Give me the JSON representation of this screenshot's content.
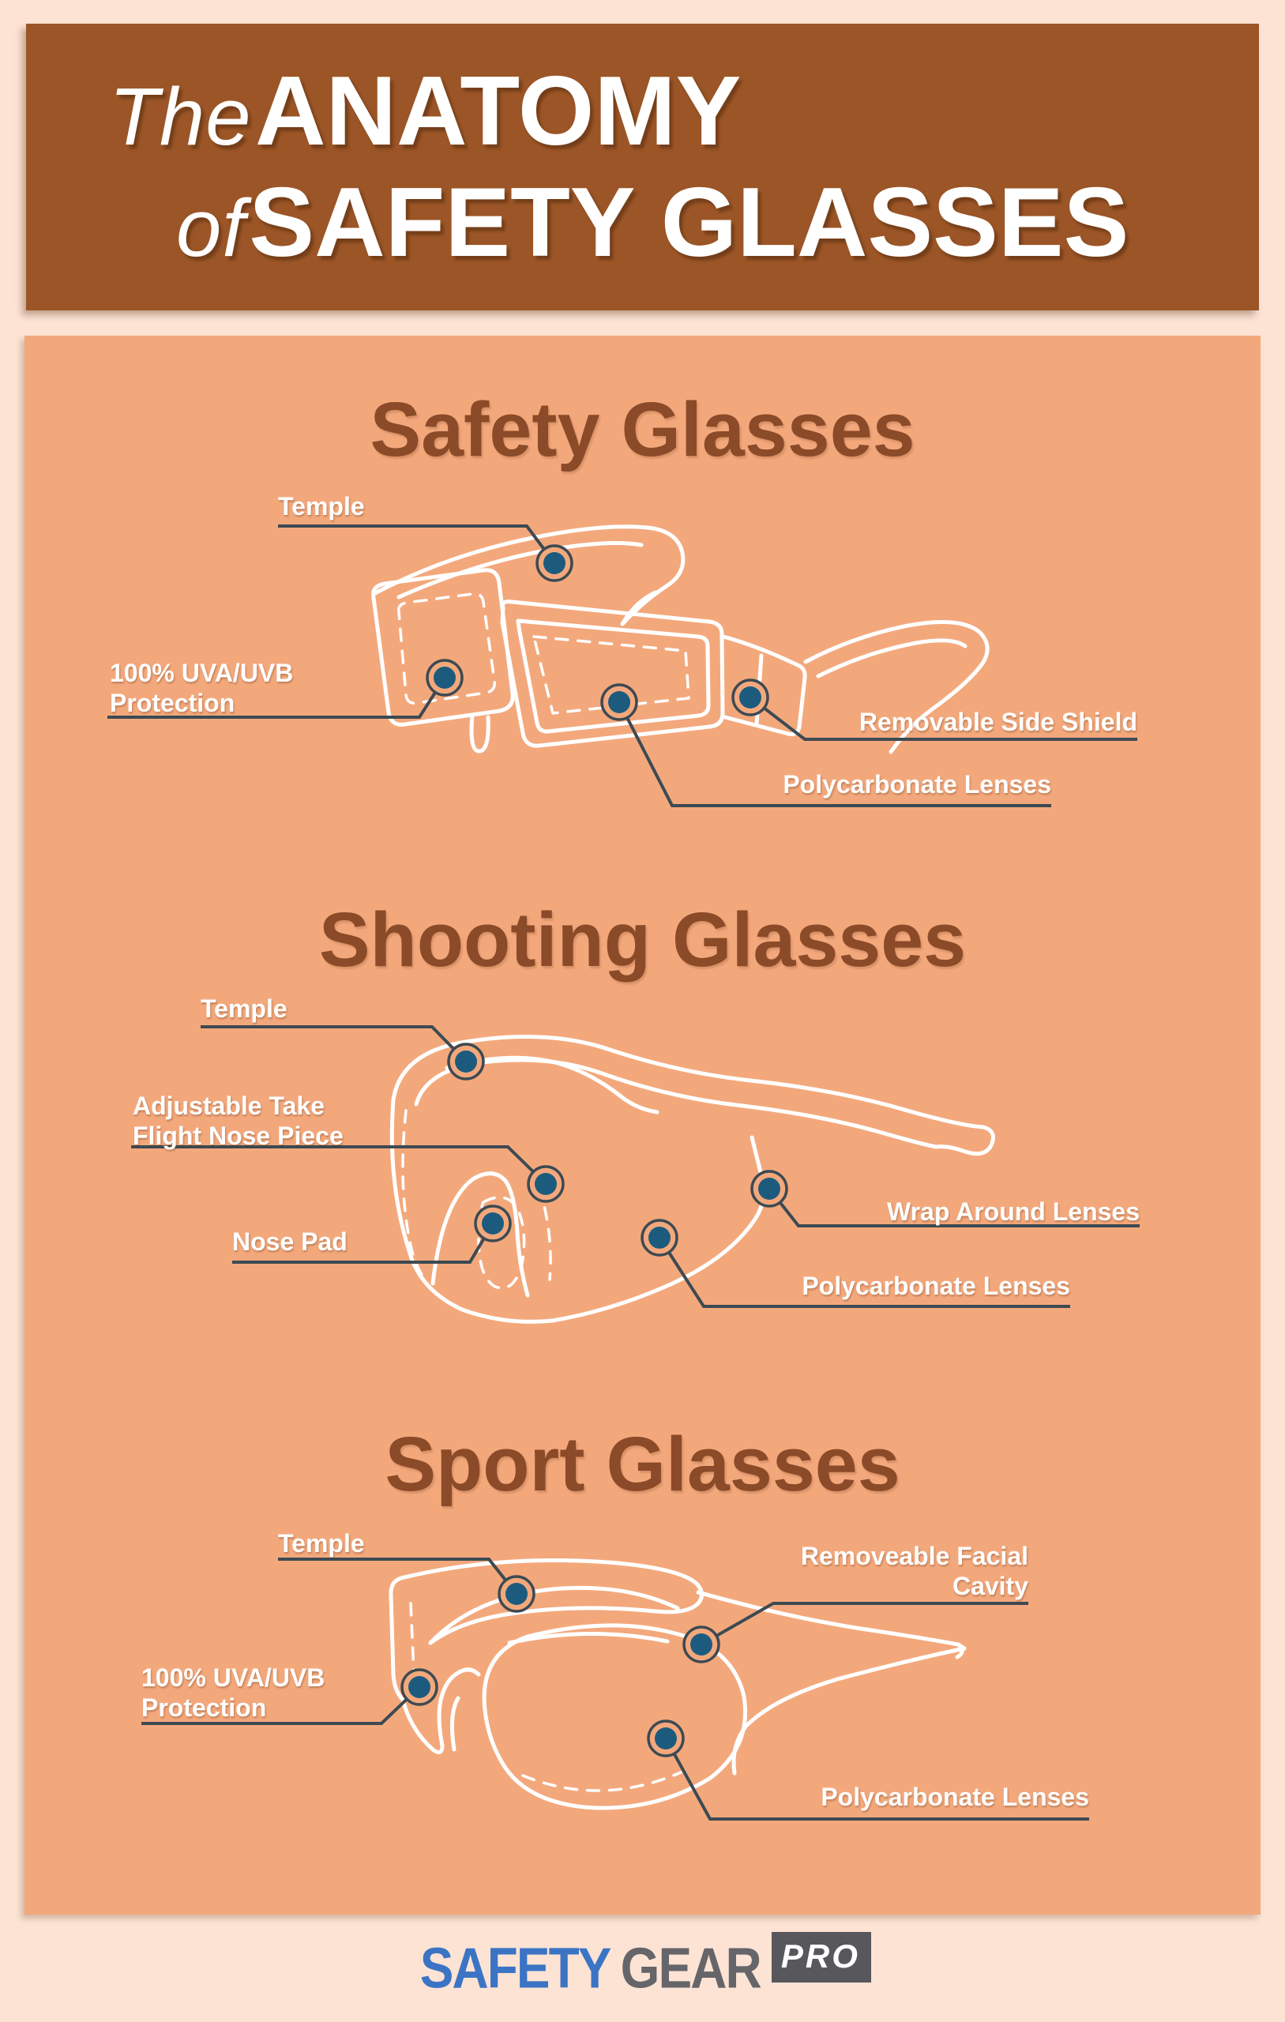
{
  "header": {
    "line1_accent": "The",
    "line1_main": "ANATOMY",
    "line2_accent": "of",
    "line2_main": "SAFETY GLASSES"
  },
  "sections": [
    {
      "title": "Safety Glasses",
      "labels": {
        "temple": "Temple",
        "uva": "100% UVA/UVB Protection",
        "shield": "Removable Side Shield",
        "lenses": "Polycarbonate Lenses"
      }
    },
    {
      "title": "Shooting Glasses",
      "labels": {
        "temple": "Temple",
        "nosepiece": "Adjustable Take Flight Nose Piece",
        "nosepad": "Nose Pad",
        "wrap": "Wrap Around Lenses",
        "lenses": "Polycarbonate Lenses"
      }
    },
    {
      "title": "Sport Glasses",
      "labels": {
        "temple": "Temple",
        "cavity": "Removeable Facial Cavity",
        "uva": "100% UVA/UVB Protection",
        "lenses": "Polycarbonate Lenses"
      }
    }
  ],
  "footer": {
    "brand_primary": "SAFETY",
    "brand_secondary": "GEAR",
    "brand_badge": "PRO"
  },
  "colors": {
    "page_bg": "#fce3d4",
    "panel_bg": "#f3a87c",
    "header_bg": "#9b5526",
    "heading_text": "#8b4a28",
    "label_text": "#ffffff",
    "marker_fill": "#1d5b7e",
    "leader_line": "#3d4a52",
    "art_line": "#ffffff",
    "brand_primary": "#3b74c4",
    "brand_secondary": "#65656a",
    "badge_bg": "#58585c",
    "badge_text": "#ffffff"
  }
}
